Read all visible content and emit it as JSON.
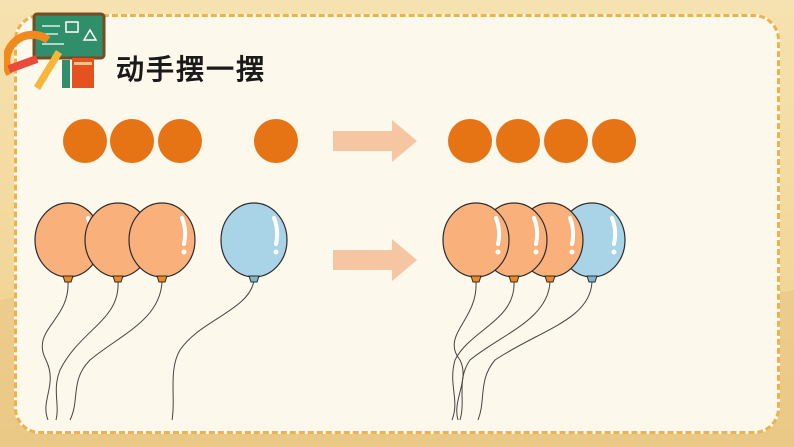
{
  "slide": {
    "title": "动手摆一摆"
  },
  "colors": {
    "dot": "#e67314",
    "arrow": "#f6c6a2",
    "orange_balloon": "#f9b07a",
    "blue_balloon": "#a9d3e6",
    "border": "#efb24b"
  },
  "dots_row": {
    "left_group_count": 3,
    "left_single_count": 1,
    "right_group_count": 4
  },
  "balloons_row": {
    "left_orange_count": 3,
    "left_blue_count": 1,
    "right_orange_count": 3,
    "right_blue_count": 1
  }
}
